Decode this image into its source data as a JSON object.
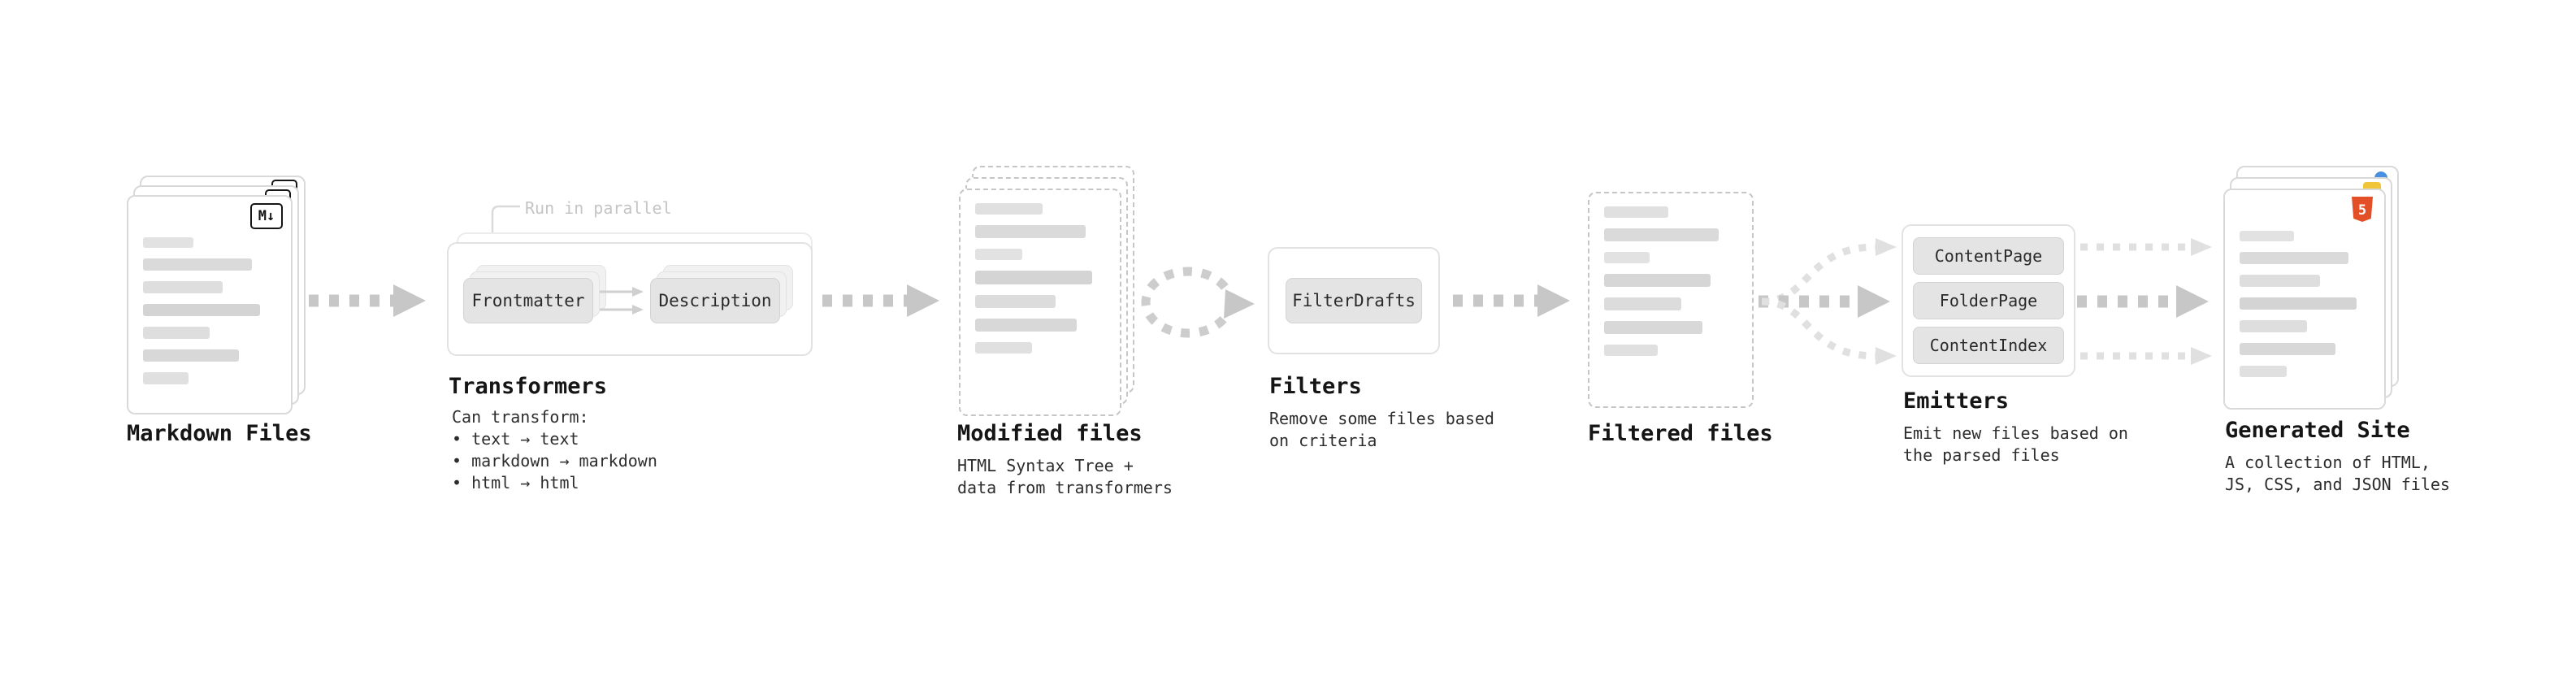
{
  "diagram": {
    "markdown": {
      "label": "Markdown Files",
      "badge": "M↓"
    },
    "transformers": {
      "label": "Transformers",
      "note": "Run in parallel",
      "frontmatter": "Frontmatter",
      "description": "Description",
      "desc": "Can transform:\n• text → text\n• markdown → markdown\n• html → html"
    },
    "modified": {
      "label": "Modified files",
      "desc": "HTML Syntax Tree +\ndata from transformers"
    },
    "filters": {
      "label": "Filters",
      "filter_drafts": "FilterDrafts",
      "desc": "Remove some files based\non criteria"
    },
    "filtered": {
      "label": "Filtered files"
    },
    "emitters": {
      "label": "Emitters",
      "content_page": "ContentPage",
      "folder_page": "FolderPage",
      "content_index": "ContentIndex",
      "desc": "Emit new files based on\nthe parsed files"
    },
    "generated": {
      "label": "Generated Site",
      "html5_badge": "5",
      "desc": "A collection of HTML,\nJS, CSS, and JSON files"
    }
  },
  "colors": {
    "arrow_bold": "#c7c7c7",
    "arrow_faint": "#e0e0e0",
    "card_border": "#d9d9d9",
    "dashed_border": "#c6c6c6",
    "chip_bg": "#e4e4e4",
    "html5_orange": "#e34f26",
    "accent_blue": "#4a8fe0",
    "accent_yellow": "#f0c53a"
  }
}
